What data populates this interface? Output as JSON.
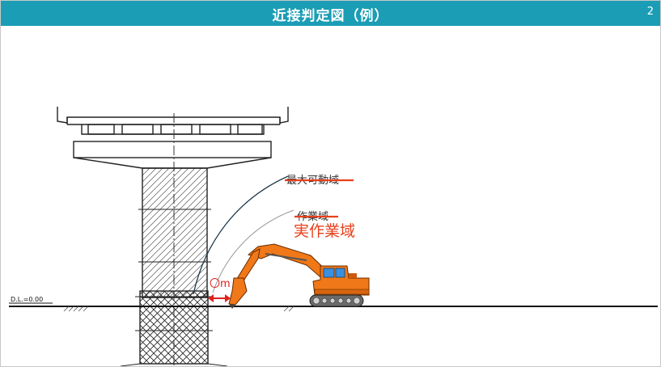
{
  "header": {
    "title": "近接判定図（例）",
    "page_number": "2",
    "background_color": "#1b9db5"
  },
  "diagram": {
    "labels": {
      "max_movable_area": "最大可動域",
      "work_area": "作業域",
      "actual_work_area": "実作業域",
      "clearance": "〇m",
      "datum_level": "D.L.=0.00"
    },
    "colors": {
      "strike": "#e8401c",
      "actual_work_area": "#e8401c",
      "clearance": "#e0201c",
      "excavator_body": "#f07818",
      "excavator_cab_window": "#3a8fe0",
      "max_reach_arc": "#1f3b4d"
    }
  }
}
